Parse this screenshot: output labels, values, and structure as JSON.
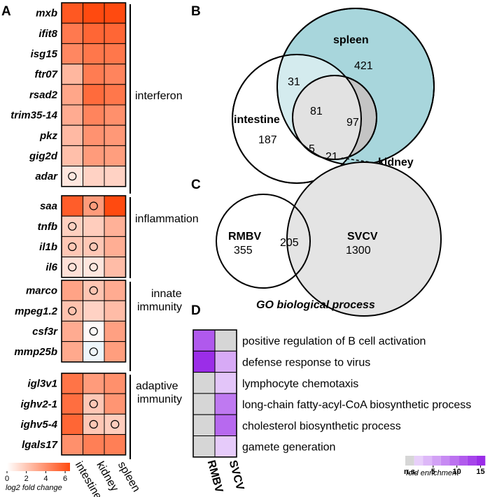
{
  "panels": {
    "a": "A",
    "b": "B",
    "c": "C",
    "d": "D"
  },
  "heatmap": {
    "columns": [
      "intestine",
      "kidney",
      "spleen"
    ],
    "groups": [
      {
        "label": "interferon",
        "genes": [
          {
            "name": "mxb",
            "lfc": [
              6.0,
              6.6,
              6.6
            ],
            "ns": [
              false,
              false,
              false
            ]
          },
          {
            "name": "ifit8",
            "lfc": [
              4.8,
              5.5,
              5.5
            ],
            "ns": [
              false,
              false,
              false
            ]
          },
          {
            "name": "isg15",
            "lfc": [
              4.3,
              4.9,
              4.9
            ],
            "ns": [
              false,
              false,
              false
            ]
          },
          {
            "name": "ftr07",
            "lfc": [
              2.6,
              4.7,
              4.4
            ],
            "ns": [
              false,
              false,
              false
            ]
          },
          {
            "name": "rsad2",
            "lfc": [
              3.2,
              5.3,
              4.9
            ],
            "ns": [
              false,
              false,
              false
            ]
          },
          {
            "name": "trim35-14",
            "lfc": [
              3.0,
              4.4,
              4.0
            ],
            "ns": [
              false,
              false,
              false
            ]
          },
          {
            "name": "pkz",
            "lfc": [
              2.5,
              3.9,
              3.7
            ],
            "ns": [
              false,
              false,
              false
            ]
          },
          {
            "name": "gig2d",
            "lfc": [
              2.3,
              3.6,
              3.5
            ],
            "ns": [
              false,
              false,
              false
            ]
          },
          {
            "name": "adar",
            "lfc": [
              0.9,
              1.6,
              1.6
            ],
            "ns": [
              true,
              false,
              false
            ]
          }
        ]
      },
      {
        "label": "inflammation",
        "genes": [
          {
            "name": "saa",
            "lfc": [
              5.8,
              3.6,
              6.7
            ],
            "ns": [
              false,
              true,
              false
            ]
          },
          {
            "name": "tnfb",
            "lfc": [
              1.7,
              1.8,
              2.8
            ],
            "ns": [
              true,
              false,
              false
            ]
          },
          {
            "name": "il1b",
            "lfc": [
              2.0,
              2.0,
              2.9
            ],
            "ns": [
              true,
              true,
              false
            ]
          },
          {
            "name": "il6",
            "lfc": [
              1.1,
              0.9,
              2.4
            ],
            "ns": [
              true,
              true,
              false
            ]
          }
        ]
      },
      {
        "label": "innate immunity",
        "genes": [
          {
            "name": "marco",
            "lfc": [
              3.3,
              2.1,
              3.0
            ],
            "ns": [
              false,
              true,
              false
            ]
          },
          {
            "name": "mpeg1.2",
            "lfc": [
              2.2,
              1.6,
              2.4
            ],
            "ns": [
              true,
              false,
              false
            ]
          },
          {
            "name": "csf3r",
            "lfc": [
              3.0,
              0.2,
              3.4
            ],
            "ns": [
              false,
              true,
              false
            ]
          },
          {
            "name": "mmp25b",
            "lfc": [
              3.1,
              -0.2,
              3.5
            ],
            "ns": [
              false,
              true,
              false
            ]
          }
        ]
      },
      {
        "label": "adaptive immunity",
        "genes": [
          {
            "name": "igl3v1",
            "lfc": [
              5.0,
              3.6,
              4.0
            ],
            "ns": [
              false,
              false,
              false
            ]
          },
          {
            "name": "ighv2-1",
            "lfc": [
              5.2,
              2.0,
              3.8
            ],
            "ns": [
              false,
              true,
              false
            ]
          },
          {
            "name": "ighv5-4",
            "lfc": [
              5.5,
              2.0,
              1.8
            ],
            "ns": [
              false,
              true,
              true
            ]
          },
          {
            "name": "lgals17",
            "lfc": [
              4.0,
              4.6,
              4.6
            ],
            "ns": [
              false,
              false,
              false
            ]
          }
        ]
      }
    ],
    "legend": {
      "ticks": [
        "0",
        "2",
        "4",
        "6"
      ],
      "label": "log2 fold change",
      "range": [
        0,
        6.5
      ]
    },
    "colors": {
      "low": "#ffffff",
      "high": "#ff4a10",
      "negative": "#eef6fb"
    }
  },
  "venn_b": {
    "sets": {
      "spleen": "spleen",
      "intestine": "intestine",
      "kidney": "kidney"
    },
    "counts": {
      "spleen_only": "421",
      "intestine_spleen": "31",
      "all_three": "81",
      "kidney_spleen": "97",
      "intestine_only": "187",
      "intestine_kidney": "5",
      "kidney_only": "21"
    },
    "colors": {
      "spleen": "#a8d6dc",
      "kidney": "#c4c4c4"
    }
  },
  "venn_c": {
    "sets": {
      "rmbv": "RMBV",
      "svcv": "SVCV"
    },
    "counts": {
      "rmbv_only": "355",
      "both": "205",
      "svcv_only": "1300"
    },
    "colors": {
      "svcv": "#e4e4e4"
    }
  },
  "go": {
    "title": "GO biological process",
    "columns": [
      "RMBV",
      "SVCV"
    ],
    "terms": [
      {
        "label": "positive regulation of B cell activation",
        "enrichment": [
          13.0,
          null
        ]
      },
      {
        "label": "defense response to virus",
        "enrichment": [
          17.0,
          5.5
        ]
      },
      {
        "label": "lymphocyte chemotaxis",
        "enrichment": [
          null,
          3.0
        ]
      },
      {
        "label": "long-chain fatty-acyl-CoA biosynthetic process",
        "enrichment": [
          null,
          10.0
        ]
      },
      {
        "label": "cholesterol biosynthetic process",
        "enrichment": [
          null,
          11.5
        ]
      },
      {
        "label": "gamete generation",
        "enrichment": [
          null,
          2.5
        ]
      }
    ],
    "legend": {
      "ns_label": "n.s.",
      "ticks": [
        "5",
        "10",
        "15"
      ],
      "label": "fold enrichment"
    },
    "colors": {
      "ns": "#d6d6d6",
      "high": "#9b2de8"
    }
  }
}
